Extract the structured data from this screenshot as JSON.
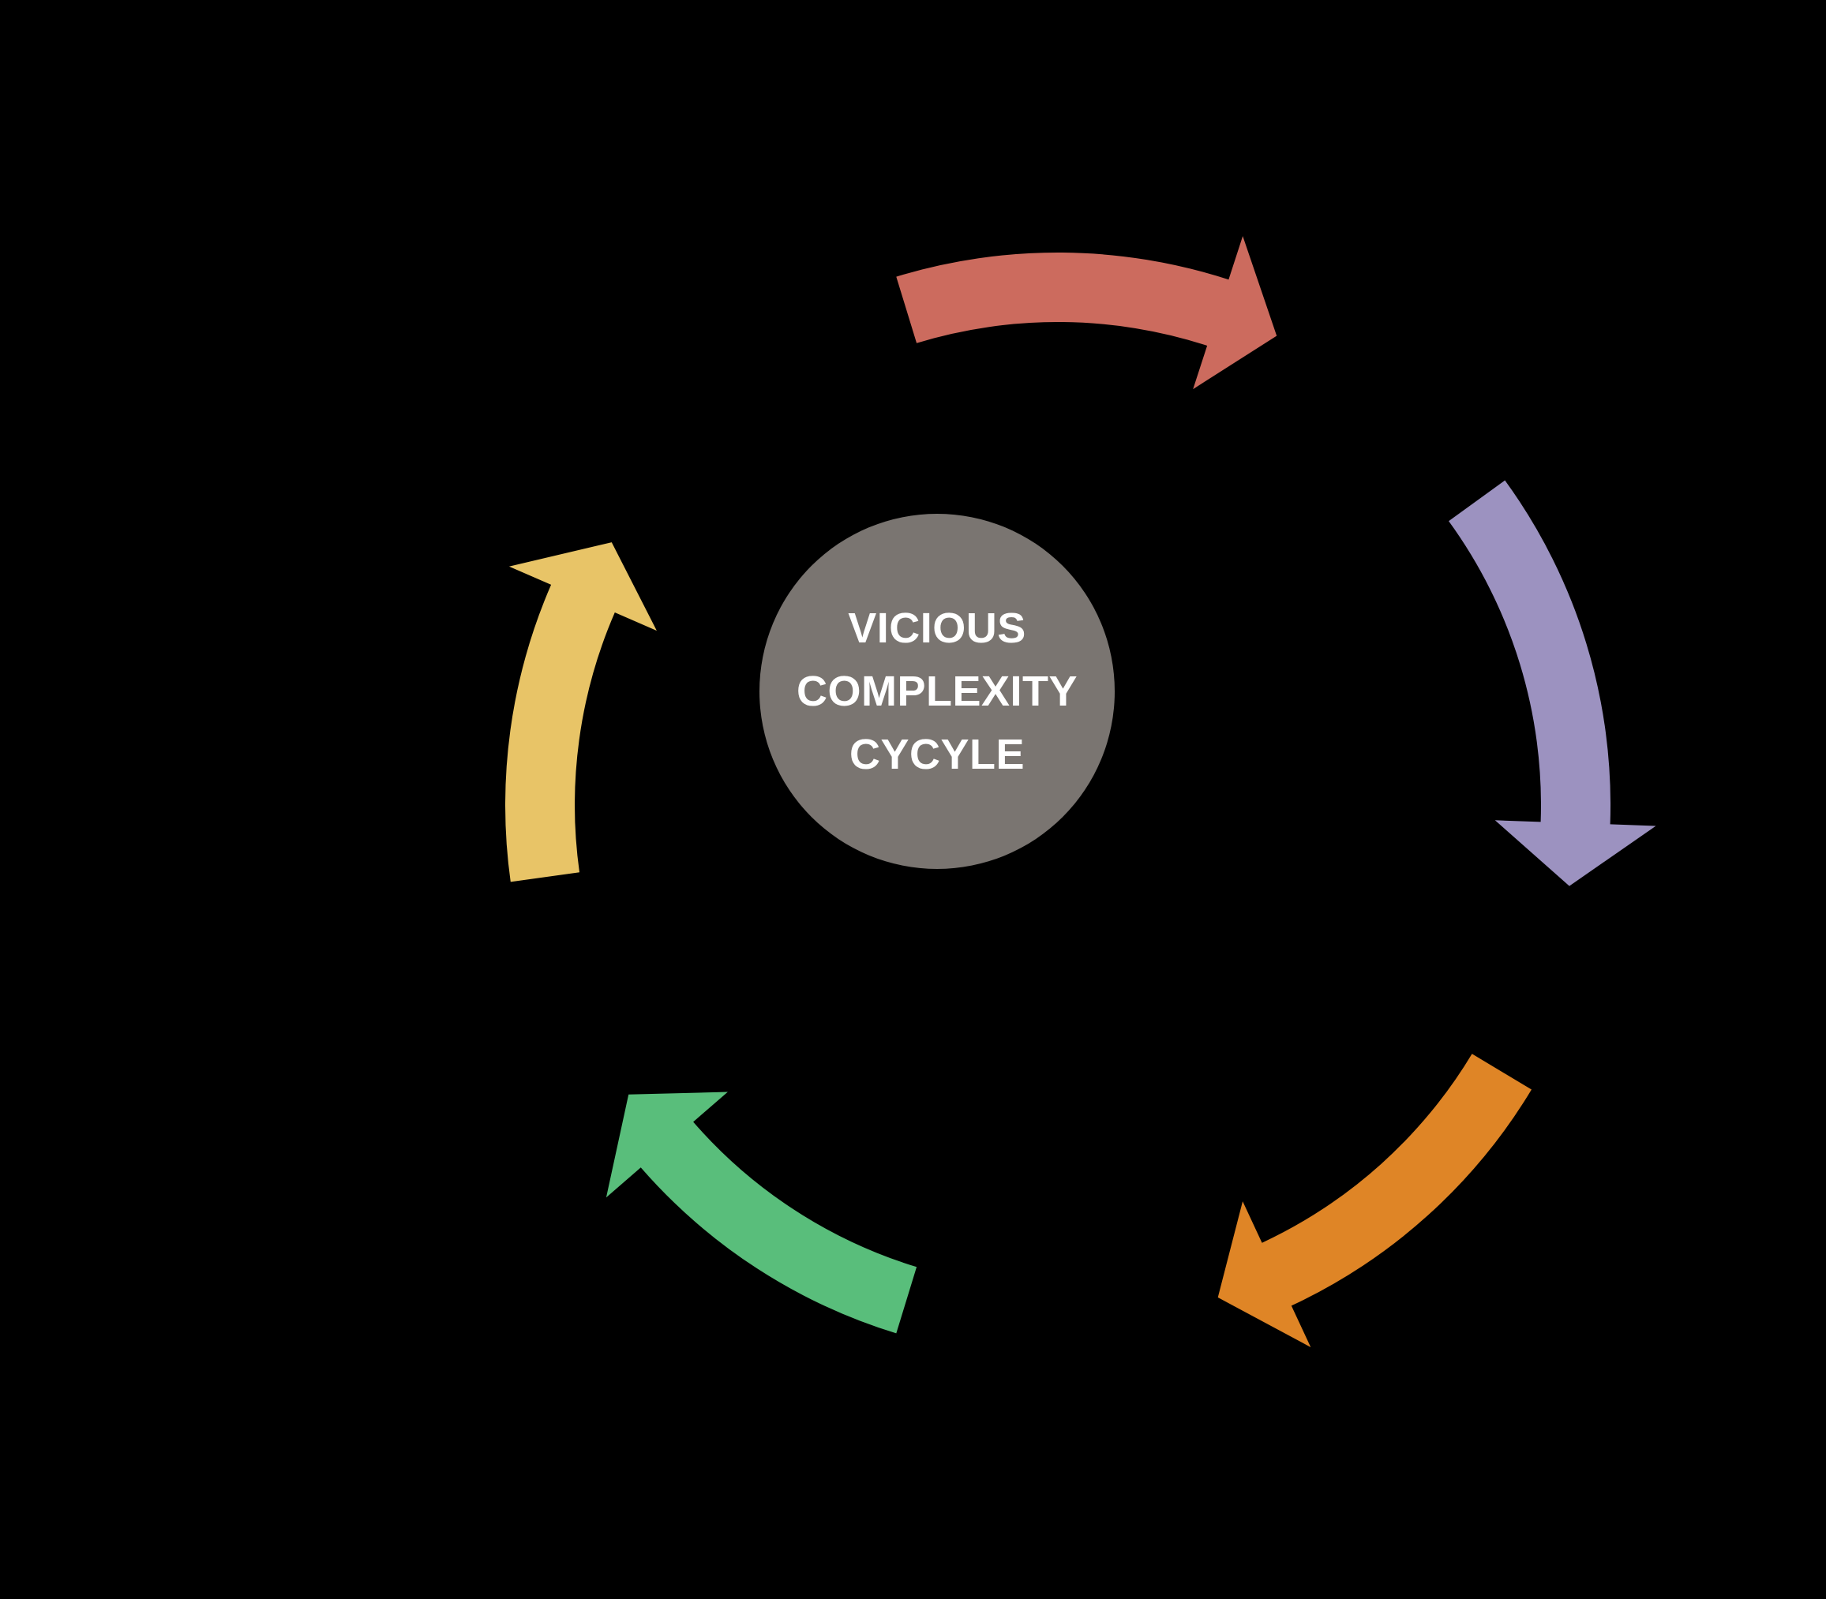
{
  "diagram": {
    "center_label": {
      "line1": "VICIOUS",
      "line2": "COMPLEXITY",
      "line3": "CYCYLE"
    },
    "palette": {
      "background": "#000000",
      "hub_circle": "#7A7571",
      "label_text": "#FFFFFF"
    },
    "arrows": [
      {
        "name": "top",
        "color": "#CC6B5E"
      },
      {
        "name": "right",
        "color": "#9C92C0"
      },
      {
        "name": "bottom-right",
        "color": "#DF8526"
      },
      {
        "name": "bottom-left",
        "color": "#59BE7B"
      },
      {
        "name": "left",
        "color": "#E8C467"
      }
    ]
  }
}
